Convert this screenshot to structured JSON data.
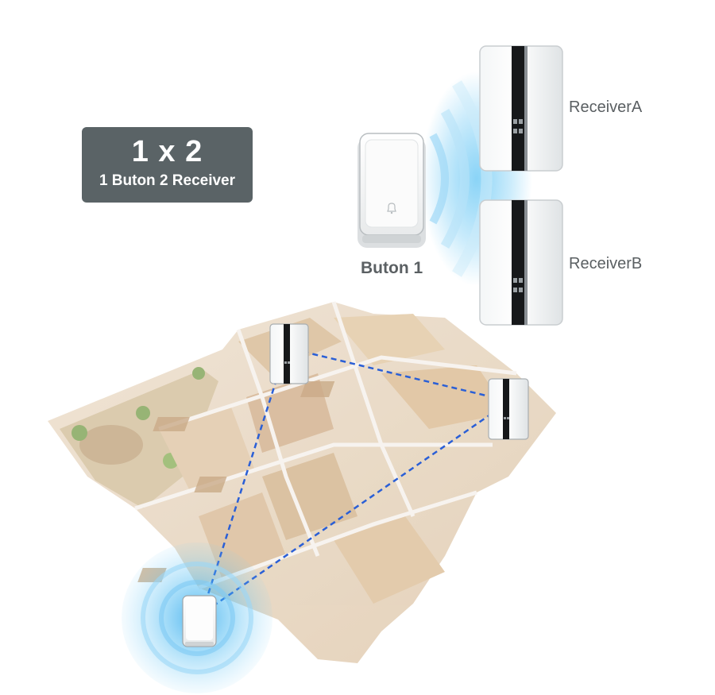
{
  "badge": {
    "title": "1 x 2",
    "subtitle": "1 Buton 2 Receiver"
  },
  "labels": {
    "receiver_a": "ReceiverA",
    "receiver_b": "ReceiverB",
    "button": "Buton 1"
  },
  "colors": {
    "badge_bg": "#5a6366",
    "signal_glow": "#2ab0f0",
    "link_line": "#2a5fd6",
    "floor_tone": "#e9d8c2"
  },
  "icons": {
    "button_symbol": "bell-icon"
  }
}
